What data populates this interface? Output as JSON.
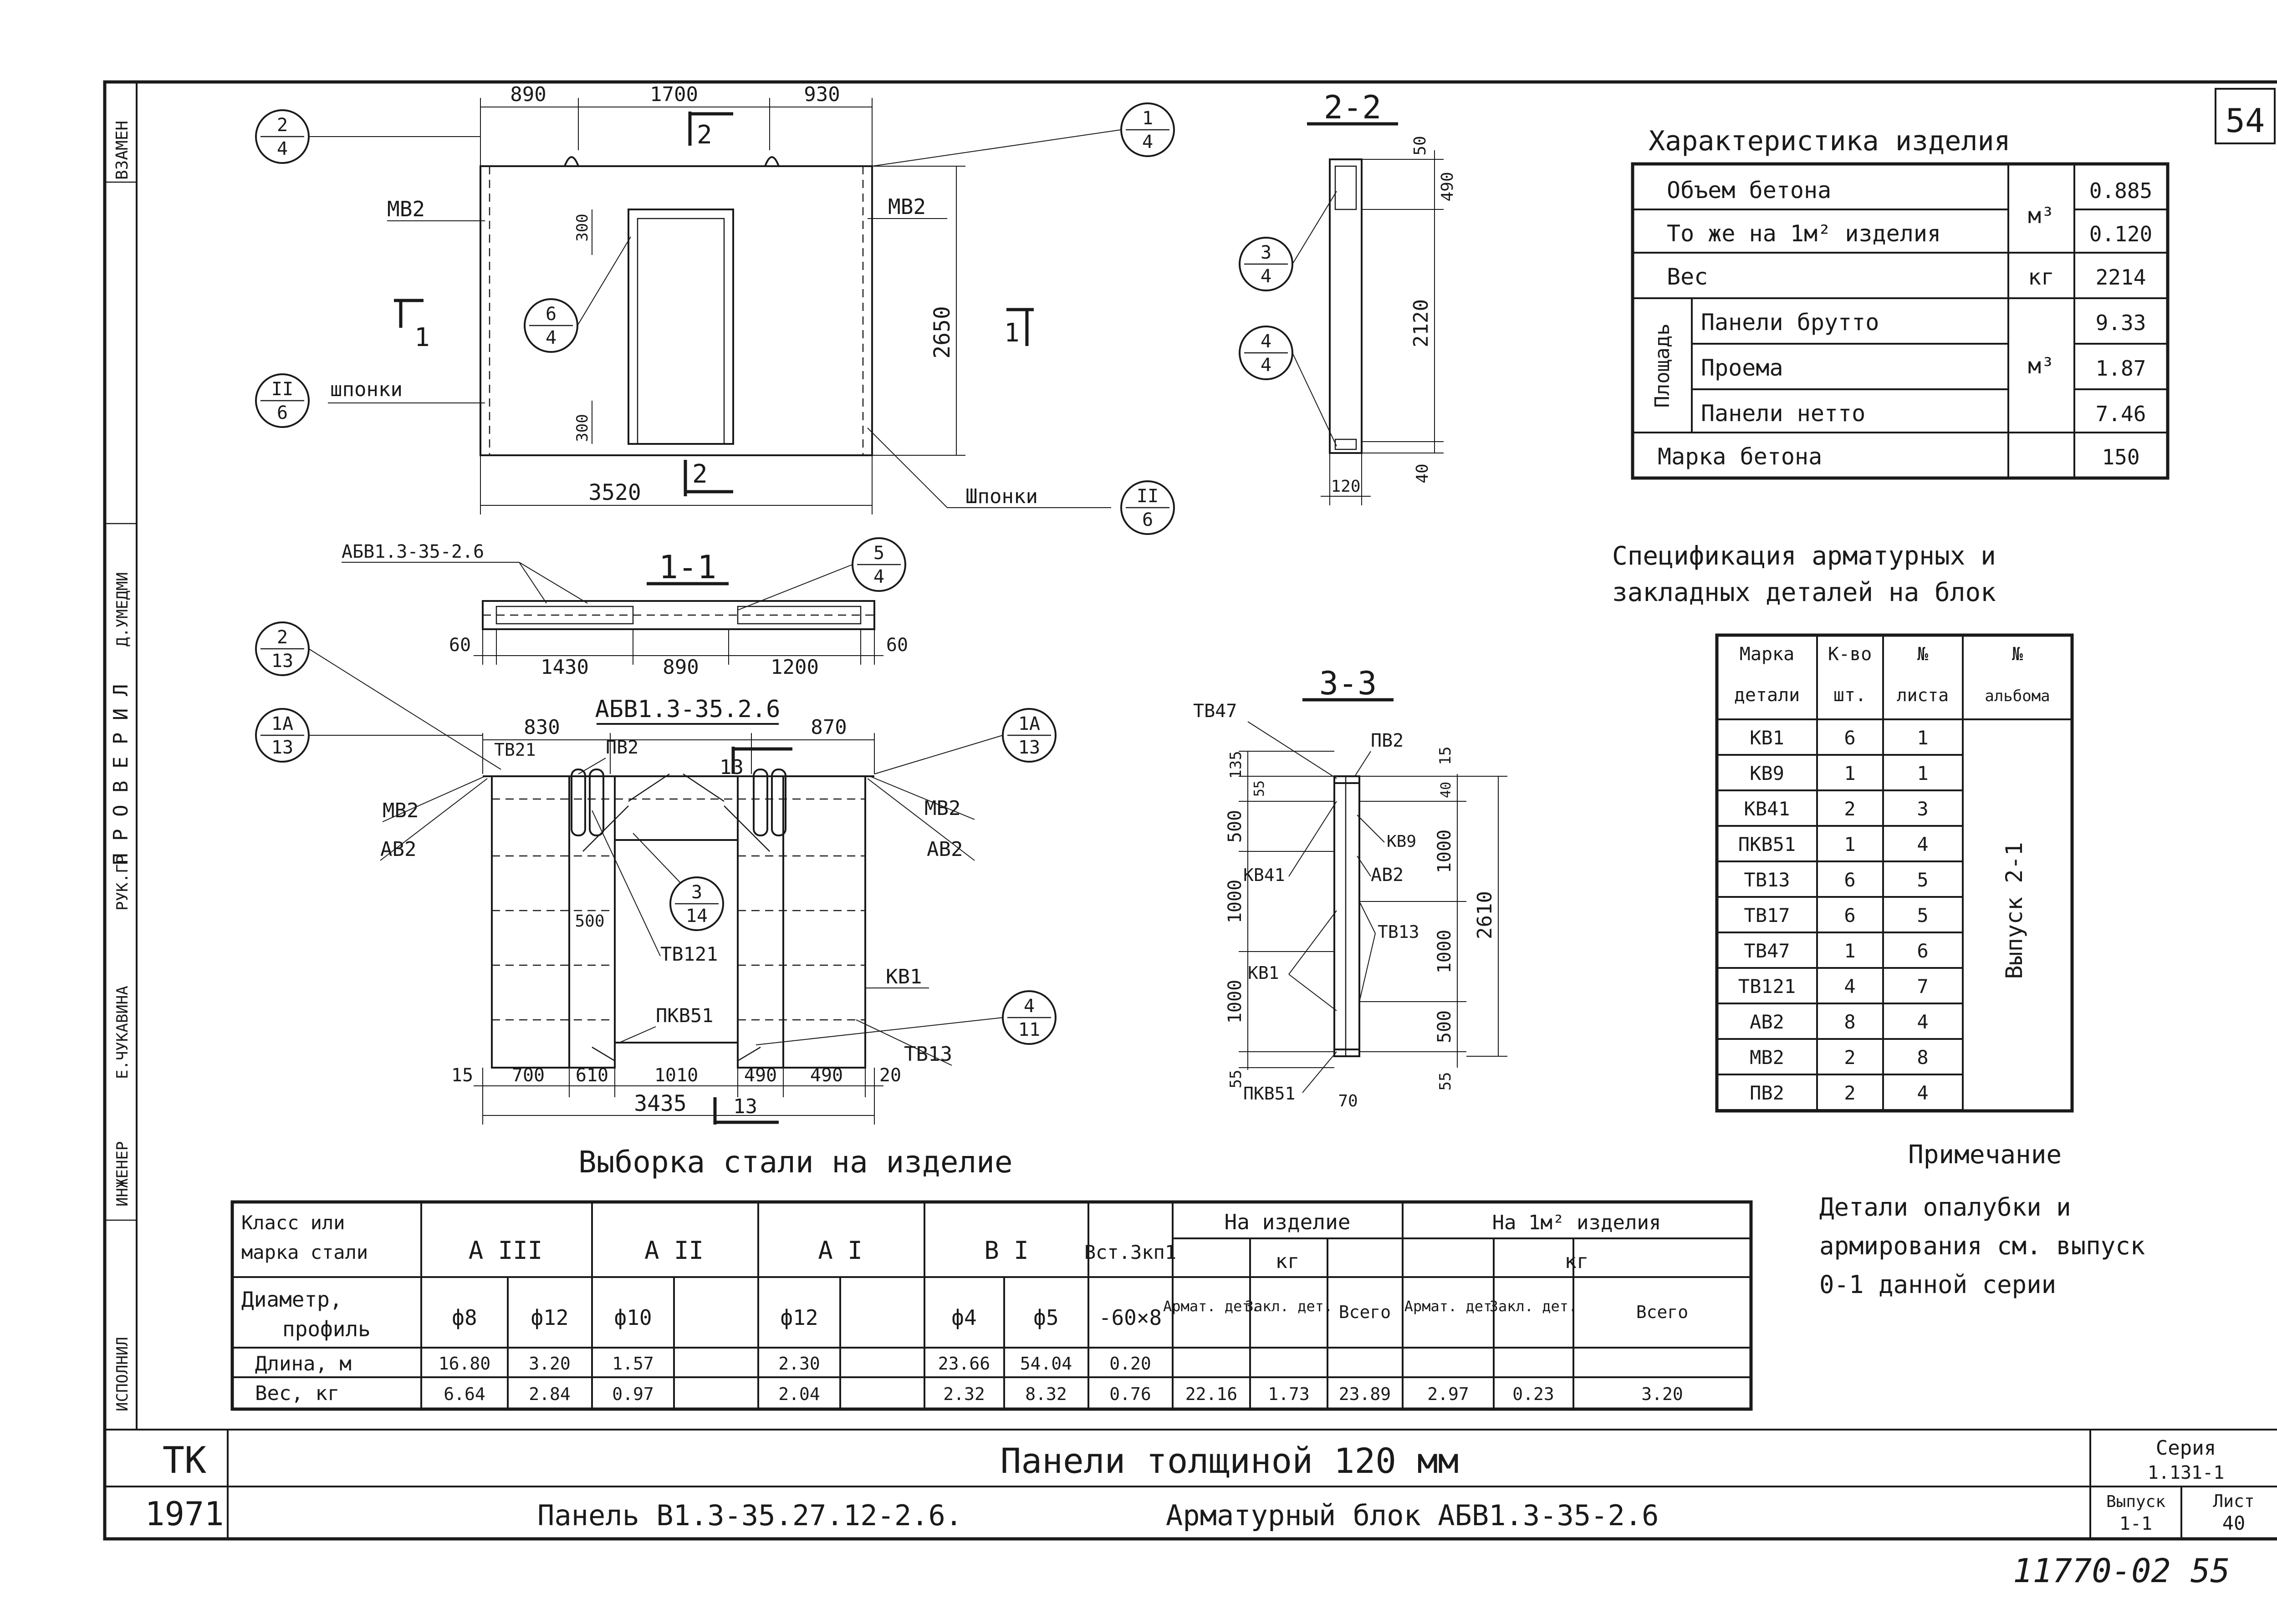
{
  "sheet_number": "54",
  "archive_number": "11770-02 55",
  "side_stamp": {
    "vzamen": "ВЗАМЕН",
    "proveril": "П Р О В Е Р И Л",
    "roles": [
      "ИНЖЕНЕР",
      "РУК.ГР",
      "ИСПОЛНИЛ"
    ],
    "names": [
      "Е.ЧУКАВИНА",
      "Д.УМЕДМИ"
    ]
  },
  "views": {
    "front": {
      "dims_top": [
        "890",
        "1700",
        "930"
      ],
      "dim_width": "3520",
      "dim_height": "2650",
      "dim_opening": [
        "300",
        "300"
      ],
      "mark_left": "МВ2",
      "mark_right": "МВ2",
      "label_shponki_left": "шпонки",
      "label_shponki_right": "Шпонки",
      "callouts": [
        {
          "top": "2",
          "bottom": "4"
        },
        {
          "top": "1",
          "bottom": "4"
        },
        {
          "top": "6",
          "bottom": "4"
        },
        {
          "top": "II",
          "bottom": "6"
        },
        {
          "top": "II",
          "bottom": "6"
        }
      ],
      "cuts": [
        "1",
        "1",
        "2",
        "2"
      ]
    },
    "section_22": {
      "title": "2-2",
      "dims": [
        "50",
        "490",
        "2120",
        "40"
      ],
      "dim_thick": "120",
      "callouts": [
        {
          "top": "3",
          "bottom": "4"
        },
        {
          "top": "4",
          "bottom": "4"
        }
      ]
    },
    "section_11": {
      "title": "1-1",
      "block_label": "АБВ1.3-35-2.6",
      "dims": [
        "60",
        "1430",
        "890",
        "1200",
        "60"
      ],
      "callout": {
        "top": "5",
        "bottom": "4"
      }
    },
    "block": {
      "title": "АБВ1.3-35.2.6",
      "dims_top": [
        "830",
        "870"
      ],
      "dims_bottom": [
        "15",
        "700",
        "610",
        "1010",
        "490",
        "490",
        "20"
      ],
      "dim_total": "3435",
      "dim_inner": "500",
      "labels": [
        "ТВ21",
        "ПВ2",
        "МВ2",
        "АВ2",
        "МВ2",
        "АВ2",
        "ТВ121",
        "КВ1",
        "ПКВ51",
        "ТВ13"
      ],
      "cut_label": "13",
      "callouts": [
        {
          "top": "2",
          "bottom": "13"
        },
        {
          "top": "1А",
          "bottom": "13"
        },
        {
          "top": "1А",
          "bottom": "13"
        },
        {
          "top": "3",
          "bottom": "14"
        },
        {
          "top": "4",
          "bottom": "11"
        }
      ]
    },
    "section_33": {
      "title": "3-3",
      "labels": [
        "ТВ47",
        "ПВ2",
        "КВ9",
        "КВ41",
        "АВ2",
        "ТВ13",
        "КВ1",
        "ПКВ51"
      ],
      "dims_left": [
        "135",
        "55",
        "500",
        "1000",
        "1000",
        "55"
      ],
      "dims_right": [
        "15",
        "40",
        "1000",
        "1000",
        "500",
        "55"
      ],
      "dim_total": "2610",
      "dim_bottom": "70"
    }
  },
  "characteristics": {
    "title": "Характеристика изделия",
    "rows": [
      {
        "label": "Объем бетона",
        "unit": "м³",
        "value": "0.885"
      },
      {
        "label": "То же на 1м² изделия",
        "unit": "",
        "value": "0.120"
      },
      {
        "label": "Вес",
        "unit": "кг",
        "value": "2214"
      },
      {
        "label": "Панели брутто",
        "unit": "",
        "value": "9.33"
      },
      {
        "label": "Проема",
        "unit": "м³",
        "value": "1.87"
      },
      {
        "label": "Панели нетто",
        "unit": "",
        "value": "7.46"
      },
      {
        "label": "Марка бетона",
        "unit": "",
        "value": "150"
      }
    ],
    "area_label": "Площадь"
  },
  "specification": {
    "title_line1": "Спецификация арматурных и",
    "title_line2": "закладных деталей на блок",
    "headers": [
      [
        "Марка",
        "детали"
      ],
      [
        "К-во",
        "шт."
      ],
      [
        "№",
        "листа"
      ],
      [
        "№",
        "альбома"
      ]
    ],
    "rows": [
      [
        "КВ1",
        "6",
        "1"
      ],
      [
        "КВ9",
        "1",
        "1"
      ],
      [
        "КВ41",
        "2",
        "3"
      ],
      [
        "ПКВ51",
        "1",
        "4"
      ],
      [
        "ТВ13",
        "6",
        "5"
      ],
      [
        "ТВ17",
        "6",
        "5"
      ],
      [
        "ТВ47",
        "1",
        "6"
      ],
      [
        "ТВ121",
        "4",
        "7"
      ],
      [
        "АВ2",
        "8",
        "4"
      ],
      [
        "МВ2",
        "2",
        "8"
      ],
      [
        "ПВ2",
        "2",
        "4"
      ]
    ],
    "album": "Выпуск 2-1"
  },
  "note": {
    "title": "Примечание",
    "lines": [
      "Детали опалубки и",
      "армирования см. выпуск",
      "0-1 данной серии"
    ]
  },
  "steel": {
    "title": "Выборка стали на изделие",
    "class_label": [
      "Класс или",
      "марка стали"
    ],
    "profile_label": [
      "Диаметр,",
      "профиль"
    ],
    "classes": [
      "А III",
      "А II",
      "А I",
      "В I",
      "Вст.3кп1"
    ],
    "on_item": "На изделие",
    "on_m2": "На 1м² изделия",
    "unit": "кг",
    "profiles": [
      "ф8",
      "ф12",
      "ф10",
      "",
      "ф12",
      "",
      "ф4",
      "ф5",
      "-60×8"
    ],
    "sub_headers": [
      "Армат. дет.",
      "Закл. дет.",
      "Всего",
      "Армат. дет",
      "Закл. дет.",
      "Всего"
    ],
    "length_label": "Длина, м",
    "weight_label": "Вес, кг",
    "lengths": [
      "16.80",
      "3.20",
      "1.57",
      "",
      "2.30",
      "",
      "23.66",
      "54.04",
      "0.20"
    ],
    "weights": [
      "6.64",
      "2.84",
      "0.97",
      "",
      "2.04",
      "",
      "2.32",
      "8.32",
      "0.76"
    ],
    "totals": [
      "22.16",
      "1.73",
      "23.89",
      "2.97",
      "0.23",
      "3.20"
    ]
  },
  "title_block": {
    "org": "ТК",
    "year": "1971",
    "title": "Панели толщиной 120 мм",
    "subtitle_left": "Панель В1.3-35.27.12-2.6.",
    "subtitle_right": "Арматурный блок АБВ1.3-35-2.6",
    "series_label": "Серия",
    "series": "1.131-1",
    "issue_label": "Выпуск",
    "issue": "1-1",
    "sheet_label": "Лист",
    "sheet": "40"
  }
}
